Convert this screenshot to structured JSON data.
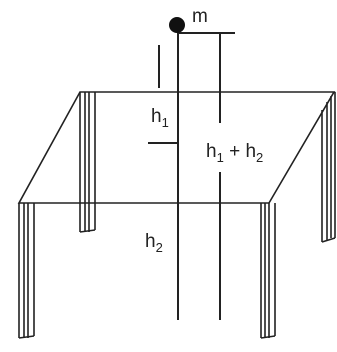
{
  "figure": {
    "mass_label": "m",
    "h1": {
      "base": "h",
      "sub": "1"
    },
    "h2": {
      "base": "h",
      "sub": "2"
    },
    "h1_plus_h2": {
      "base_a": "h",
      "sub_a": "1",
      "operator": " + ",
      "base_b": "h",
      "sub_b": "2"
    }
  }
}
